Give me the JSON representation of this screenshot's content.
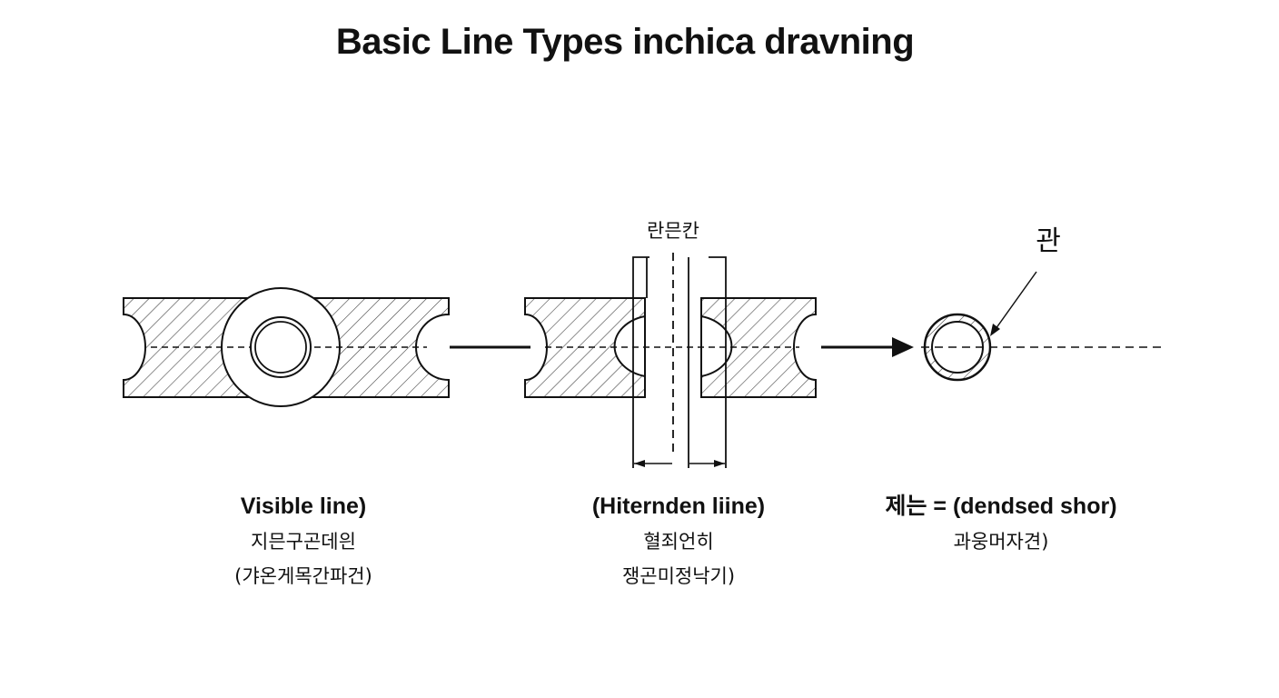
{
  "title": "Basic Line Types inchica dravning",
  "labels": {
    "top_center": "란믄칸",
    "top_right": "관"
  },
  "captions": [
    {
      "en": "Visible  line)",
      "ko1": "지믄구곤데읜",
      "ko2": "(갸온게목간파건)"
    },
    {
      "en": "(Hiternden liine)",
      "ko1": "혈죄언히",
      "ko2": "쟁곤미정낙기)"
    },
    {
      "en": "제는 = (dendsed shor)",
      "ko1": "과웅머자견)",
      "ko2": ""
    }
  ],
  "colors": {
    "ink": "#111111",
    "hatch": "#444444",
    "background": "#ffffff"
  }
}
